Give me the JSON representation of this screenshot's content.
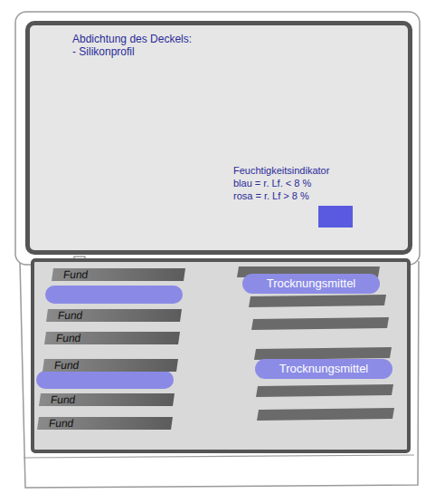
{
  "diagram": {
    "nodes": [
      {
        "text": [
          "Abdichtung des Deckels:",
          "- Silikonprofil"
        ]
      },
      {
        "text": [
          "Feuchtigkeitsindikator",
          "blau = r. Lf. < 8 %",
          "rosa = r. Lf > 8 %"
        ],
        "in": 0
      },
      {
        "text": [
          "Fund"
        ]
      },
      {
        "text": [
          "Fund"
        ]
      },
      {
        "text": [
          "Fund"
        ]
      },
      {
        "text": [
          "Fund"
        ]
      },
      {
        "text": [
          "Fund"
        ]
      },
      {
        "text": [
          "Fund"
        ]
      },
      {
        "text": [
          "Trocknungsmittel"
        ]
      },
      {
        "text": [
          "Trocknungsmittel"
        ]
      }
    ]
  }
}
